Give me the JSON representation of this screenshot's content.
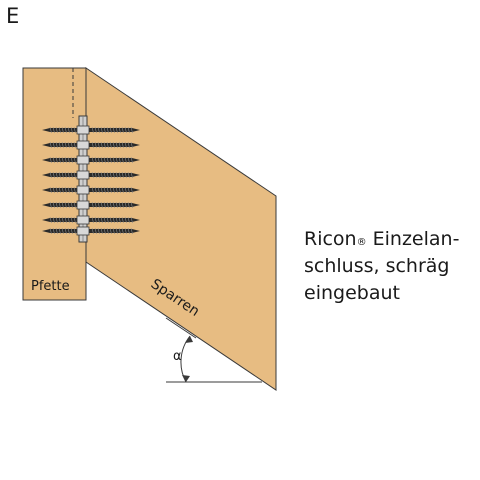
{
  "panel_letter": "E",
  "labels": {
    "purlin": "Pfette",
    "rafter": "Sparren",
    "angle": "α"
  },
  "caption": {
    "line1_brand": "Ricon",
    "line1_mark": "®",
    "line1_rest": " Einzelan-",
    "line2": "schluss, schräg",
    "line3": "eingebaut"
  },
  "colors": {
    "wood": "#E7BC82",
    "outline": "#3a3a3a",
    "screw": "#2a2a2a",
    "connector": "#c9c9c9"
  }
}
